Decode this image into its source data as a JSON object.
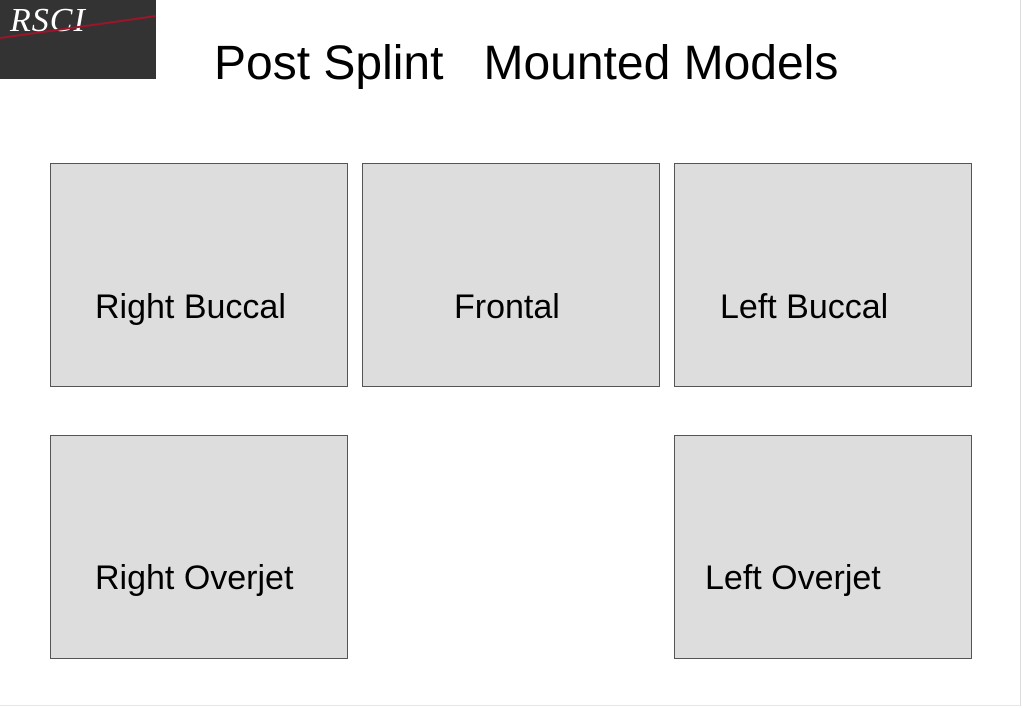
{
  "logo": {
    "text": "RSCI",
    "background_color": "#333333",
    "line_color": "#a0142a"
  },
  "title": "Post Splint   Mounted Models",
  "panels": [
    {
      "label": "Right Buccal"
    },
    {
      "label": "Frontal"
    },
    {
      "label": "Left Buccal"
    },
    {
      "label": "Right Overjet"
    },
    {
      "label": "Left Overjet"
    }
  ],
  "colors": {
    "panel_fill": "#dddddd",
    "panel_border": "#555555",
    "text": "#000000"
  }
}
